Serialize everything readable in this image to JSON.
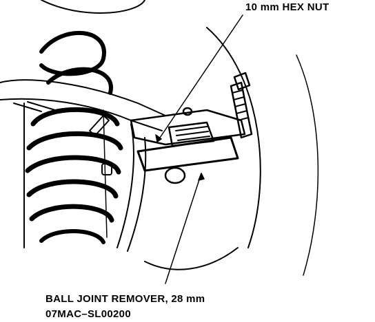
{
  "callouts": {
    "hex_nut": "10 mm HEX NUT",
    "tool_name": "BALL JOINT REMOVER, 28 mm",
    "tool_part_number": "07MAC–SL00200"
  },
  "colors": {
    "ink": "#000000",
    "paper": "#ffffff"
  }
}
